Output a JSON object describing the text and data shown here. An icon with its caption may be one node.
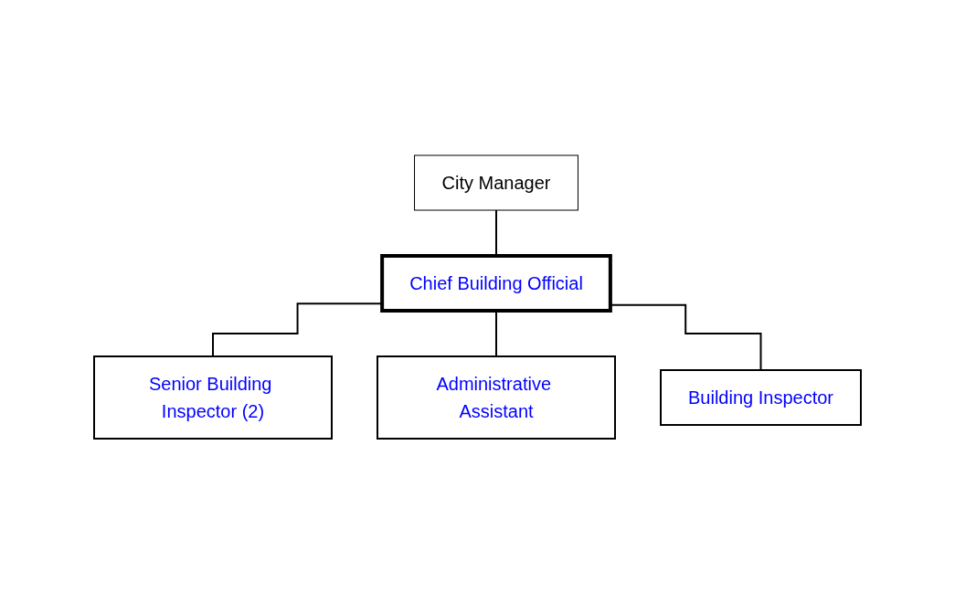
{
  "diagram": {
    "nodes": [
      {
        "text": [
          "City Manager"
        ]
      },
      {
        "text": [
          "Chief Building Official"
        ]
      },
      {
        "text": [
          "Senior Building Inspector (2)"
        ]
      },
      {
        "text": [
          "Administrative Assistant"
        ]
      },
      {
        "text": [
          "Building Inspector"
        ]
      }
    ],
    "edges": [
      {
        "from": 0,
        "to": 1,
        "arrow": "none"
      },
      {
        "from": 1,
        "to": 2,
        "arrow": "none"
      },
      {
        "from": 1,
        "to": 3,
        "arrow": "none"
      },
      {
        "from": 1,
        "to": 4,
        "arrow": "none"
      }
    ]
  }
}
